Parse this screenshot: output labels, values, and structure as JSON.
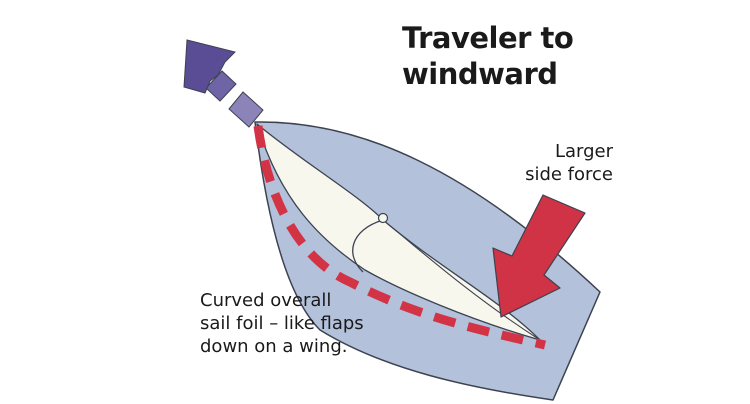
{
  "title": {
    "line1": "Traveler to",
    "line2": "windward"
  },
  "force_label": {
    "line1": "Larger",
    "line2": "side force"
  },
  "foil_label": {
    "line1": "Curved overall",
    "line2": "sail foil – like flaps",
    "line3": "down on a wing."
  },
  "colors": {
    "mainsail": "#b3c1da",
    "jib": "#f8f7ee",
    "force_arrow": "#cf3345",
    "dashed_foil": "#d23446",
    "direction_arrow_dark": "#5a4d95",
    "direction_arrow_light": "#8c83b8"
  }
}
